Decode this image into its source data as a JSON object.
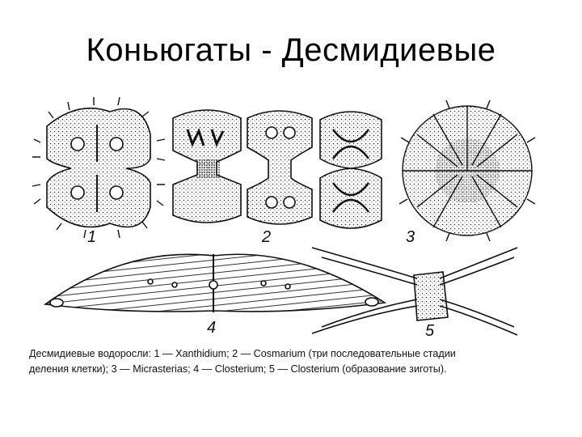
{
  "slide": {
    "title": "Коньюгаты - Десмидиевые"
  },
  "figure": {
    "labels": [
      "1",
      "2",
      "3",
      "4",
      "5"
    ],
    "caption_line1": "Десмидиевые водоросли: 1 — Xanthidium; 2 — Cosmarium (три последовательные стадии",
    "caption_line2": "деления клетки); 3 — Micrasterias; 4 — Closterium; 5 — Closterium (образование зиготы)."
  }
}
